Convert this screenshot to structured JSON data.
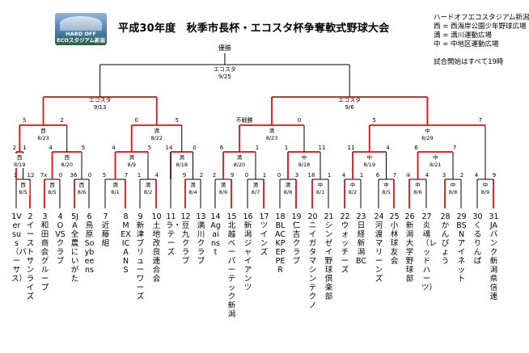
{
  "header": {
    "logo_line1": "HARD OFF",
    "logo_line2": "ECOスタジアム新潟",
    "title": "平成30年度　秋季市長杯・エコスタ杯争奪軟式野球大会",
    "legend": [
      "ハードオフエコスタジアム新潟",
      "西 = 西海岸公園少年野球広場",
      "満 = 満川運動広場",
      "中 = 中地区運動広場",
      "",
      "試合開始はすべて19時"
    ]
  },
  "final": {
    "label": "優勝",
    "venue": "エコスタ",
    "date": "9/25"
  },
  "semis": [
    {
      "venue": "エコスタ",
      "date": "9/13"
    },
    {
      "venue": "エコスタ",
      "date": "9/6"
    }
  ],
  "quarters": [
    {
      "venue": "西",
      "date": "8/23",
      "scores": [
        "5",
        "2"
      ]
    },
    {
      "venue": "満",
      "date": "8/22",
      "scores": [
        "0",
        "5"
      ]
    },
    {
      "venue": "満",
      "date": "8/23",
      "scores": [
        "不戦勝",
        "0"
      ]
    },
    {
      "venue": "中",
      "date": "8/29",
      "scores": [
        "5",
        "7"
      ]
    }
  ],
  "round16": [
    {
      "venue": "西",
      "date": "8/19",
      "scores": [
        "2",
        "1"
      ]
    },
    {
      "venue": "西",
      "date": "8/20",
      "scores": [
        "4",
        "5"
      ]
    },
    {
      "venue": "満",
      "date": "8/9",
      "scores": [
        "4",
        "5"
      ]
    },
    {
      "venue": "満",
      "date": "8/18",
      "scores": [
        "14",
        "0"
      ]
    },
    {
      "venue": "満",
      "date": "8/20",
      "scores": [
        "6",
        "1"
      ]
    },
    {
      "venue": "中",
      "date": "8/18",
      "scores": [
        "1",
        "11"
      ]
    },
    {
      "venue": "中",
      "date": "8/19",
      "scores": [
        "11",
        "4"
      ]
    },
    {
      "venue": "中",
      "date": "8/21",
      "scores": [
        "6",
        "7"
      ]
    }
  ],
  "first_round": [
    {
      "venue": "西",
      "date": "8/5",
      "scores": [
        "1",
        "12"
      ]
    },
    {
      "venue": "西",
      "date": "8/5",
      "scores": [
        "7x",
        "0"
      ]
    },
    {
      "venue": "西",
      "date": "8/6",
      "scores": [
        "36",
        "0"
      ]
    },
    {
      "venue": "満",
      "date": "8/1",
      "scores": [
        "5",
        "7"
      ]
    },
    {
      "venue": "満",
      "date": "8/2",
      "scores": [
        "1",
        "4"
      ]
    },
    {
      "venue": "満",
      "date": "8/4",
      "scores": [
        "9",
        "2"
      ]
    },
    {
      "venue": "満",
      "date": "8/6",
      "scores": [
        "2",
        "9"
      ]
    },
    {
      "venue": "満",
      "date": "8/7",
      "scores": [
        "0",
        "1"
      ]
    },
    {
      "venue": "満",
      "date": "8/8",
      "scores": [
        "0",
        "3"
      ]
    },
    {
      "venue": "中",
      "date": "8/1",
      "scores": [
        "18",
        "1"
      ]
    },
    {
      "venue": "中",
      "date": "8/2",
      "scores": [
        "4",
        "1"
      ]
    },
    {
      "venue": "中",
      "date": "8/5",
      "scores": [
        "6",
        "7"
      ]
    },
    {
      "venue": "中",
      "date": "8/6",
      "scores": [
        "④",
        "4"
      ]
    },
    {
      "venue": "中",
      "date": "8/8",
      "scores": [
        "3",
        "2"
      ]
    },
    {
      "venue": "中",
      "date": "8/9",
      "scores": [
        "4",
        "9"
      ]
    }
  ],
  "teams": [
    "1Versus（バーサス）",
    "2イーストサンライズ",
    "3和田商会グループ",
    "4OVSクラブ",
    "5JA全農にいがた",
    "6鳥原Soybeens",
    "7近藤組",
    "8MEXICANS",
    "9新津ブリューワーズ",
    "10土地改良連合会",
    "11ラ・テーズ",
    "12豆九クラブ",
    "13満川クラブ",
    "14Against",
    "15北越ベーパーテック新潟",
    "16新潟ジャイアンツ",
    "17ツインズ",
    "18BLACKPEPPER",
    "19仁吉クラブ",
    "20ニイガタマシンテクノ",
    "21シンゼイ野球倶楽部",
    "22ウォッチーズ",
    "23日経新潟BC",
    "24河渡マリーンズ",
    "25小林球友会",
    "26新潟大学野球部",
    "27炎魂（レッドハーツ）",
    "28かんぴょう",
    "29BSNアイネット",
    "30くるりんぱ",
    "31JAバンク新潟県信連"
  ]
}
